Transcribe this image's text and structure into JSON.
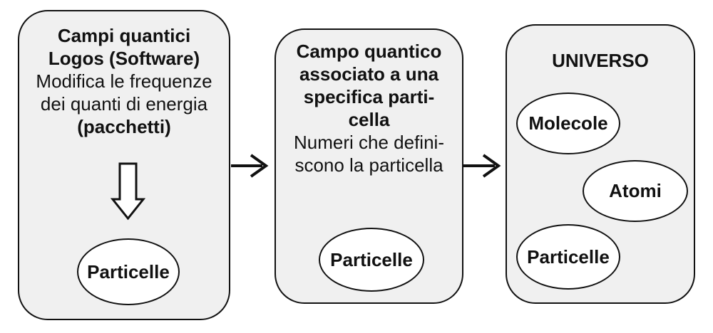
{
  "colors": {
    "background": "#ffffff",
    "box_fill": "#f0f0f0",
    "stroke": "#111111",
    "ellipse_fill": "#ffffff"
  },
  "boxes": [
    {
      "name": "campi-quantici",
      "lines": [
        {
          "text": "Campi quantici"
        },
        {
          "text": "Logos (Software)"
        },
        {
          "text": "Modifica le frequenze"
        },
        {
          "text": "dei quanti di energia"
        },
        {
          "text": "(pacchetti)"
        }
      ],
      "ellipse_label": "Particelle"
    },
    {
      "name": "campo-quantico",
      "lines": [
        {
          "text": "Campo quantico"
        },
        {
          "text": "associato a una"
        },
        {
          "text": "specifica parti-"
        },
        {
          "text": "cella"
        },
        {
          "text": "Numeri che defini-"
        },
        {
          "text": "scono la particella"
        }
      ],
      "ellipse_label": "Particelle"
    },
    {
      "name": "universo",
      "title": "UNIVERSO",
      "ellipses": [
        {
          "label": "Molecole"
        },
        {
          "label": "Atomi"
        },
        {
          "label": "Particelle"
        }
      ]
    }
  ],
  "icons": {
    "down_block_arrow": "outlined block arrow pointing down",
    "right_arrow": "thin black arrow pointing right"
  }
}
